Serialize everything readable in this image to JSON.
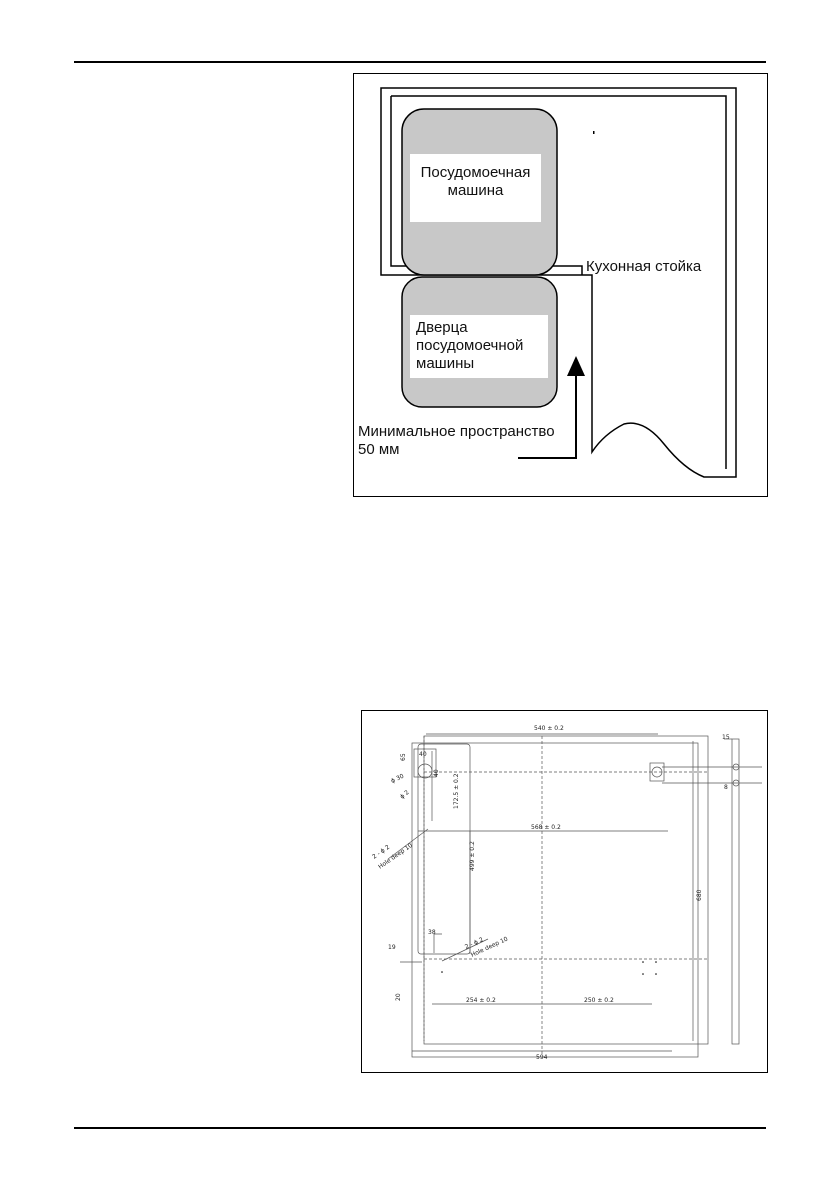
{
  "figure1": {
    "dishwasher_label_line1": "Посудомоечная",
    "dishwasher_label_line2": "машина",
    "door_label_line1": "Дверца",
    "door_label_line2": "посудомоечной",
    "door_label_line3": "машины",
    "counter_label": "Кухонная стойка",
    "min_space_line1": "Минимальное пространство",
    "min_space_line2": "50 мм"
  },
  "figure2": {
    "dim_540": "540 ± 0.2",
    "dim_568": "568 ± 0.2",
    "dim_594": "594",
    "dim_254": "254 ± 0.2",
    "dim_250": "250 ± 0.2",
    "dim_680": "680",
    "dim_499": "499 ± 0.2",
    "dim_172": "172.5 ± 0.2",
    "dim_65": "65",
    "dim_40a": "40",
    "dim_40b": "40",
    "dim_30": "ϕ 30",
    "dim_2": "ϕ 2",
    "hole_a": "2 - ϕ 2",
    "hole_a2": "Hole deep 10",
    "hole_b": "2 - ϕ 2",
    "hole_b2": "Hole deep 10",
    "dim_38": "38",
    "dim_19": "19",
    "dim_20": "20",
    "dim_15": "15",
    "dim_8": "8"
  }
}
